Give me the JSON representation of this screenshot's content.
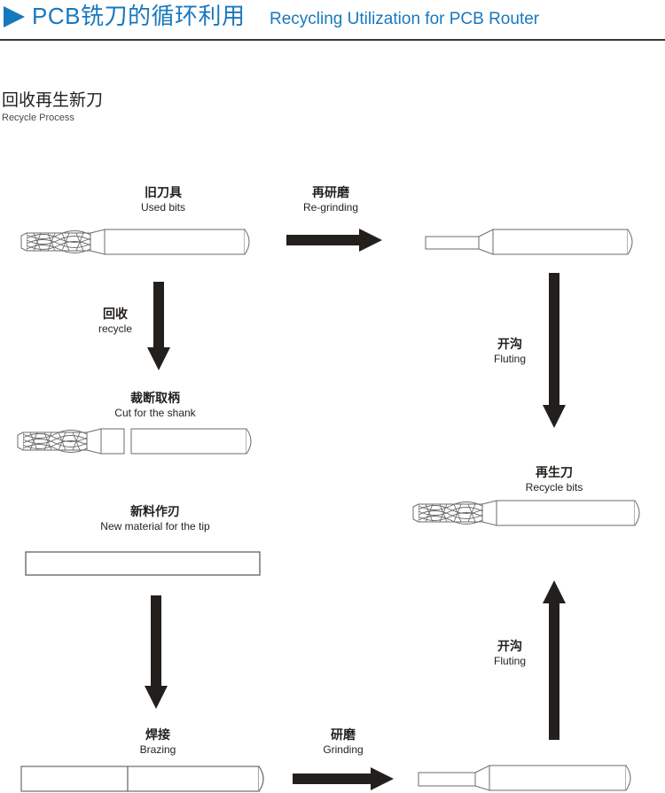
{
  "header": {
    "arrow_icon": "triangle-right-icon",
    "title_cn": "PCB铣刀的循环利用",
    "title_en": "Recycling Utilization for PCB Router",
    "accent_color": "#1878be",
    "rule_color": "#3c3732"
  },
  "section": {
    "title_cn": "回收再生新刀",
    "title_en": "Recycle Process"
  },
  "diagram": {
    "type": "process-flow",
    "ink_color": "#231f1c",
    "outline_color": "#6b6b6b",
    "steps": [
      {
        "id": "used-bits",
        "cn": "旧刀具",
        "en": "Used bits",
        "figure": "fluted-router-bit"
      },
      {
        "id": "re-grinding",
        "cn": "再研磨",
        "en": "Re-grinding",
        "figure": "arrow-right"
      },
      {
        "id": "reground-blank",
        "cn": "",
        "en": "",
        "figure": "plain-stepped-blank"
      },
      {
        "id": "recycle",
        "cn": "回收",
        "en": "recycle",
        "figure": "arrow-down"
      },
      {
        "id": "cut-for-shank",
        "cn": "裁断取柄",
        "en": "Cut for the shank",
        "figure": "cut-router-bit"
      },
      {
        "id": "new-material",
        "cn": "新料作刃",
        "en": "New material for the tip",
        "figure": "blank-bar"
      },
      {
        "id": "brazing",
        "cn": "焊接",
        "en": "Brazing",
        "figure": "brazed-blank"
      },
      {
        "id": "grinding",
        "cn": "研磨",
        "en": "Grinding",
        "figure": "arrow-right"
      },
      {
        "id": "ground-blank",
        "cn": "",
        "en": "",
        "figure": "plain-stepped-blank"
      },
      {
        "id": "fluting-top",
        "cn": "开沟",
        "en": "Fluting",
        "figure": "arrow-down"
      },
      {
        "id": "fluting-bottom",
        "cn": "开沟",
        "en": "Fluting",
        "figure": "arrow-up"
      },
      {
        "id": "recycle-bits",
        "cn": "再生刀",
        "en": "Recycle bits",
        "figure": "fluted-router-bit"
      }
    ]
  }
}
